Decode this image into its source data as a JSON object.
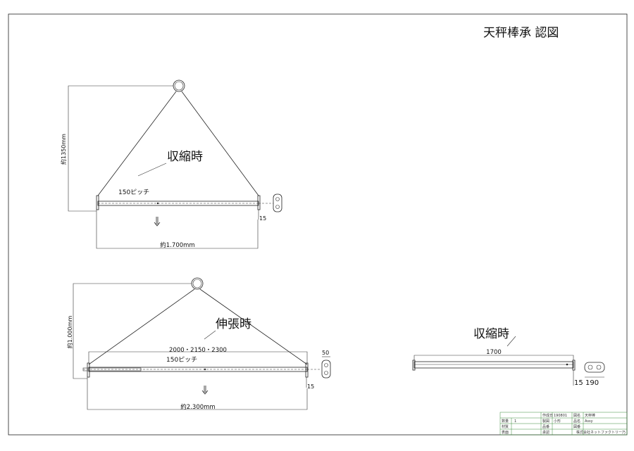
{
  "title": "天秤棒承 認図",
  "top_view": {
    "label_state": "収縮時",
    "label_pitch": "150ピッチ",
    "dim_height": "約1350mm",
    "dim_width": "約1.700mm",
    "dim_end": "15"
  },
  "bottom_view": {
    "label_state": "伸張時",
    "label_lengths": "2000・2150・2300",
    "label_pitch": "150ピッチ",
    "dim_height": "約1.000mm",
    "dim_width": "約2.300mm",
    "dim_end": "15",
    "dim_plate": "50"
  },
  "right_view": {
    "label_state": "収縮時",
    "dim_length": "1700",
    "dim_end": "15",
    "dim_plate": "190"
  },
  "title_block": {
    "labels": [
      "数量",
      "材質",
      "表面",
      "作成日",
      "製図",
      "品番",
      "承認",
      "図名",
      "品名",
      "図番"
    ],
    "values": [
      "1",
      "190801",
      "小形",
      "天秤棒",
      "Assy",
      "株式会社ネットファクトリー乃"
    ]
  }
}
